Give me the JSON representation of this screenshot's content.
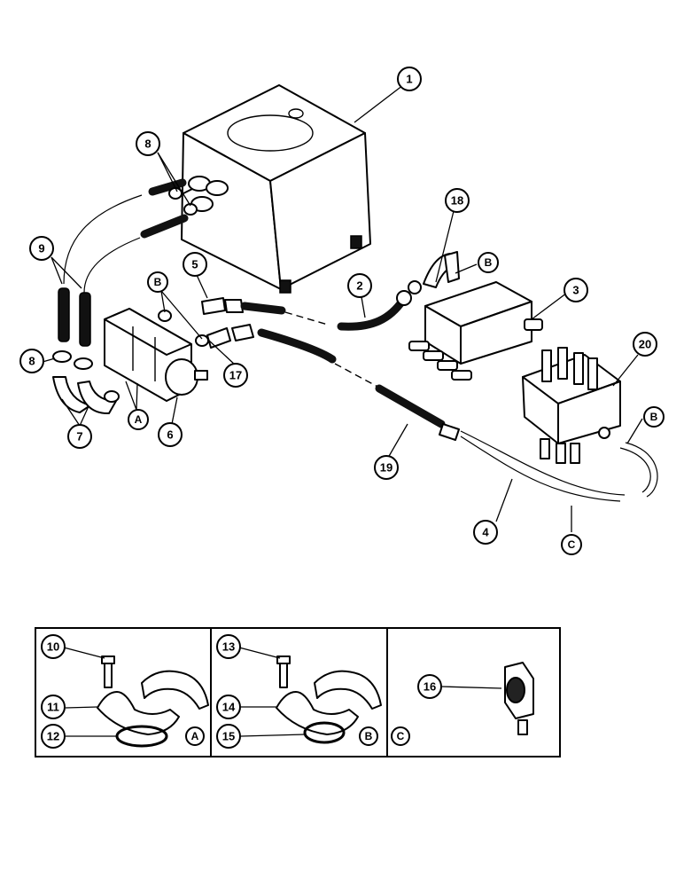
{
  "callouts": {
    "c1": "1",
    "c2": "2",
    "c3": "3",
    "c4": "4",
    "c5": "5",
    "c6": "6",
    "c7": "7",
    "c8a": "8",
    "c8b": "8",
    "c9": "9",
    "c10": "10",
    "c11": "11",
    "c12": "12",
    "c13": "13",
    "c14": "14",
    "c15": "15",
    "c16": "16",
    "c17": "17",
    "c18": "18",
    "c19": "19",
    "c20": "20"
  },
  "letters": {
    "b_pump": "B",
    "b_elbow": "B",
    "b_valve": "B",
    "a_pump": "A",
    "c_hose": "C",
    "a_panel": "A",
    "b_panel": "B",
    "c_panel": "C"
  }
}
